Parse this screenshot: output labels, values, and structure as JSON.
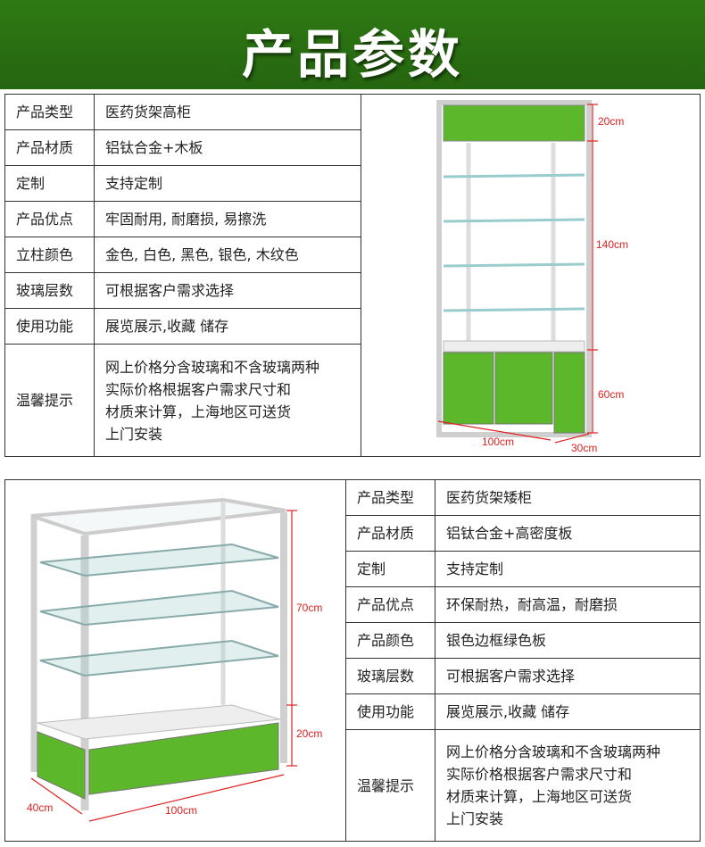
{
  "header": {
    "title": "产品参数"
  },
  "tall_cabinet": {
    "specs": [
      {
        "label": "产品类型",
        "value": "医药货架高柜"
      },
      {
        "label": "产品材质",
        "value": "铝钛合金+木板"
      },
      {
        "label": "定制",
        "value": "支持定制"
      },
      {
        "label": "产品优点",
        "value": "牢固耐用, 耐磨损, 易擦洗"
      },
      {
        "label": "立柱颜色",
        "value": "金色, 白色, 黑色, 银色, 木纹色"
      },
      {
        "label": "玻璃层数",
        "value": "可根据客户需求选择"
      },
      {
        "label": "使用功能",
        "value": "展览展示,收藏 储存"
      }
    ],
    "note": {
      "label": "温馨提示",
      "lines": [
        "网上价格分含玻璃和不含玻璃两种",
        "实际价格根据客户需求尺寸和",
        "材质来计算，上海地区可送货",
        "上门安装"
      ]
    },
    "dimensions": {
      "top": "20cm",
      "middle": "140cm",
      "bottom": "60cm",
      "width": "100cm",
      "depth": "30cm"
    }
  },
  "low_cabinet": {
    "specs": [
      {
        "label": "产品类型",
        "value": "医药货架矮柜"
      },
      {
        "label": "产品材质",
        "value": "铝钛合金+高密度板"
      },
      {
        "label": "定制",
        "value": "支持定制"
      },
      {
        "label": "产品优点",
        "value": "环保耐热，耐高温，耐磨损"
      },
      {
        "label": "产品颜色",
        "value": "银色边框绿色板"
      },
      {
        "label": "玻璃层数",
        "value": "可根据客户需求选择"
      },
      {
        "label": "使用功能",
        "value": "展览展示,收藏 储存"
      }
    ],
    "note": {
      "label": "温馨提示",
      "lines": [
        "网上价格分含玻璃和不含玻璃两种",
        "实际价格根据客户需求尺寸和",
        "材质来计算，上海地区可送货",
        "上门安装"
      ]
    },
    "dimensions": {
      "upper": "70cm",
      "lower": "20cm",
      "depth": "40cm",
      "width": "100cm"
    }
  },
  "colors": {
    "banner": "#2f7a14",
    "panel": "#5cb82a",
    "dimension": "#e02020",
    "frame": "#d8d8d8"
  }
}
